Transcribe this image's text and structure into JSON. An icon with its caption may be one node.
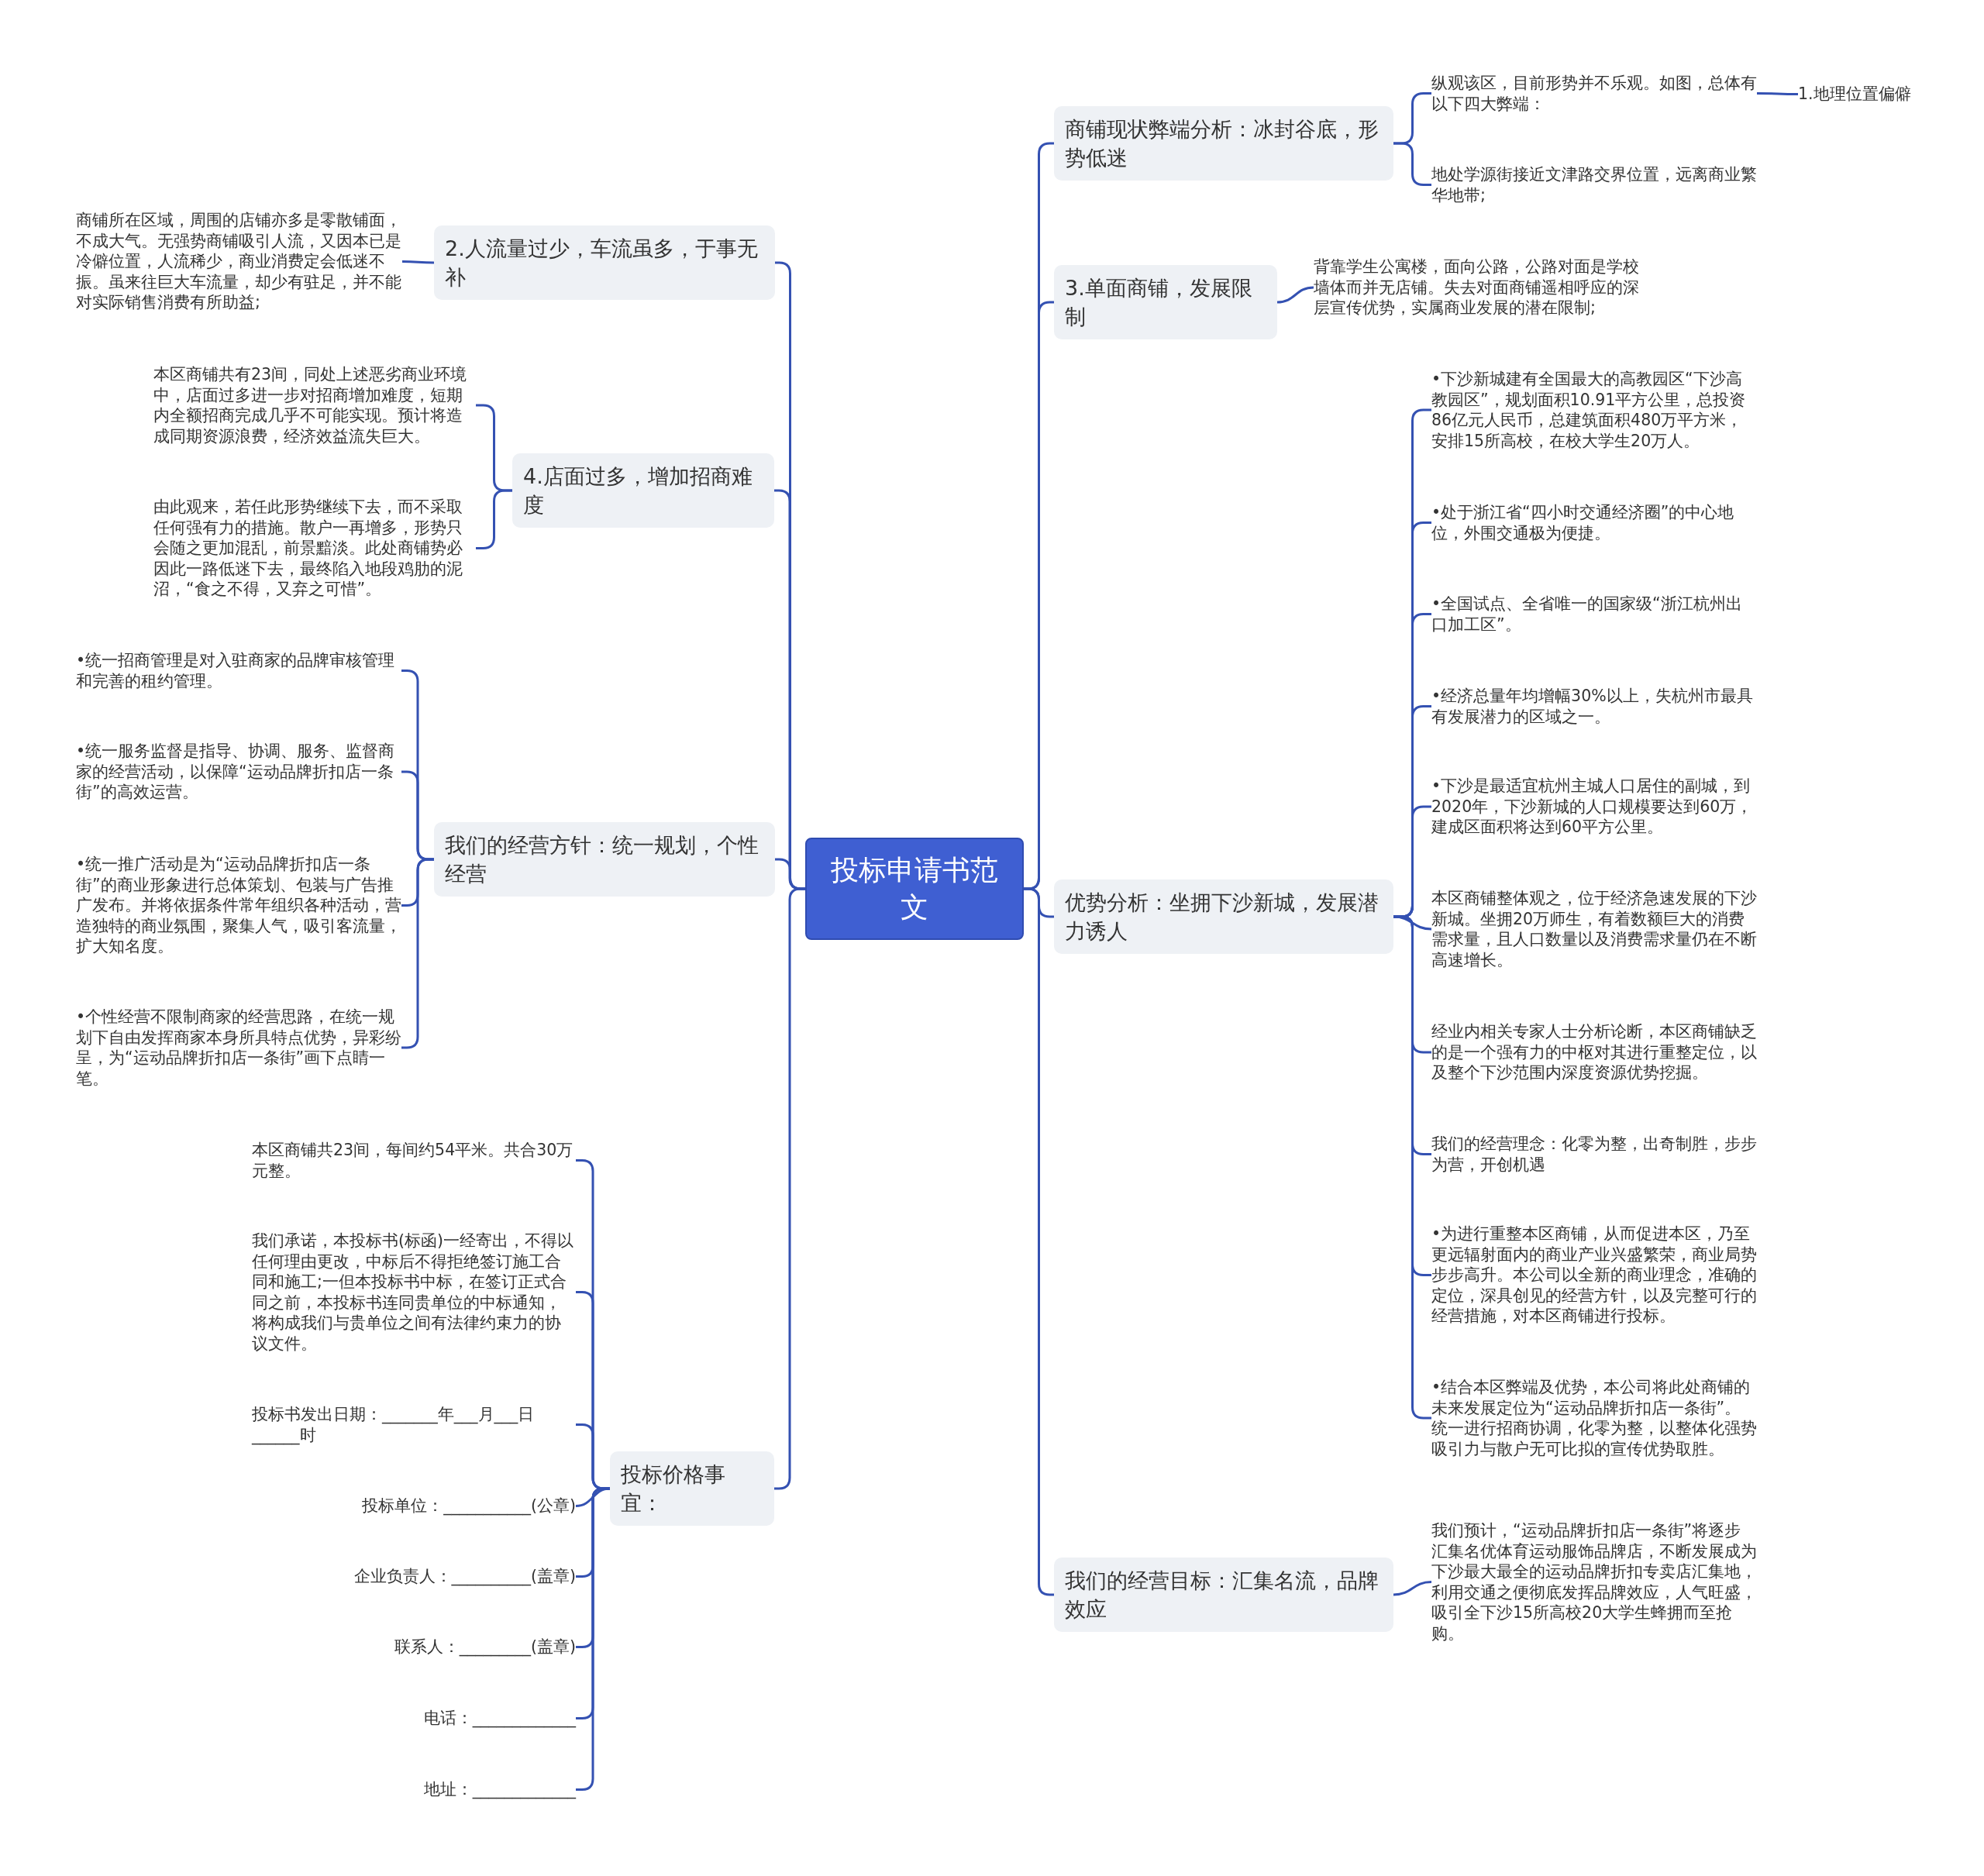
{
  "diagram": {
    "nodes": [
      {
        "text": [
          "投标申请书范文"
        ]
      },
      {
        "text": [
          "商铺现状弊端分析：冰封谷底，形势低迷"
        ]
      },
      {
        "text": [
          "纵观该区，目前形势并不乐观。如图，总体有以下四大弊端："
        ]
      },
      {
        "text": [
          "1.地理位置偏僻"
        ]
      },
      {
        "text": [
          "地处学源街接近文津路交界位置，远离商业繁华地带;"
        ]
      },
      {
        "text": [
          "3.单面商铺，发展限制"
        ]
      },
      {
        "text": [
          "背靠学生公寓楼，面向公路，公路对面是学校墙体而并无店铺。失去对面商铺遥相呼应的深层宣传优势，实属商业发展的潜在限制;"
        ]
      },
      {
        "text": [
          "优势分析：坐拥下沙新城，发展潜力诱人"
        ]
      },
      {
        "text": [
          "•下沙新城建有全国最大的高教园区“下沙高教园区”，规划面积10.91平方公里，总投资86亿元人民币，总建筑面积480万平方米，安排15所高校，在校大学生20万人。"
        ]
      },
      {
        "text": [
          "•处于浙江省“四小时交通经济圈”的中心地位，外围交通极为便捷。"
        ]
      },
      {
        "text": [
          "•全国试点、全省唯一的国家级“浙江杭州出口加工区”。"
        ]
      },
      {
        "text": [
          "•经济总量年均增幅30%以上，失杭州市最具有发展潜力的区域之一。"
        ]
      },
      {
        "text": [
          "•下沙是最适宜杭州主城人口居住的副城，到2020年，下沙新城的人口规模要达到60万，建成区面积将达到60平方公里。"
        ]
      },
      {
        "text": [
          "本区商铺整体观之，位于经济急速发展的下沙新城。坐拥20万师生，有着数额巨大的消费需求量，且人口数量以及消费需求量仍在不断高速增长。"
        ]
      },
      {
        "text": [
          "经业内相关专家人士分析论断，本区商铺缺乏的是一个强有力的中枢对其进行重整定位，以及整个下沙范围内深度资源优势挖掘。"
        ]
      },
      {
        "text": [
          "我们的经营理念：化零为整，出奇制胜，步步为营，开创机遇"
        ]
      },
      {
        "text": [
          "•为进行重整本区商铺，从而促进本区，乃至更远辐射面内的商业产业兴盛繁荣，商业局势步步高升。本公司以全新的商业理念，准确的定位，深具创见的经营方针，以及完整可行的经营措施，对本区商铺进行投标。"
        ]
      },
      {
        "text": [
          "•结合本区弊端及优势，本公司将此处商铺的未来发展定位为“运动品牌折扣店一条街”。统一进行招商协调，化零为整，以整体化强势吸引力与散户无可比拟的宣传优势取胜。"
        ]
      },
      {
        "text": [
          "我们的经营目标：汇集名流，品牌效应"
        ]
      },
      {
        "text": [
          "我们预计，“运动品牌折扣店一条街”将逐步汇集名优体育运动服饰品牌店，不断发展成为下沙最大最全的运动品牌折扣专卖店汇集地，利用交通之便彻底发挥品牌效应，人气旺盛，吸引全下沙15所高校20大学生蜂拥而至抢购。"
        ]
      },
      {
        "text": [
          "2.人流量过少，车流虽多，于事无补"
        ]
      },
      {
        "text": [
          "商铺所在区域，周围的店铺亦多是零散铺面，不成大气。无强势商铺吸引人流，又因本已是冷僻位置，人流稀少，商业消费定会低迷不振。虽来往巨大车流量，却少有驻足，并不能对实际销售消费有所助益;"
        ]
      },
      {
        "text": [
          "4.店面过多，增加招商难度"
        ]
      },
      {
        "text": [
          "本区商铺共有23间，同处上述恶劣商业环境中，店面过多进一步对招商增加难度，短期内全额招商完成几乎不可能实现。预计将造成同期资源浪费，经济效益流失巨大。"
        ]
      },
      {
        "text": [
          "由此观来，若任此形势继续下去，而不采取任何强有力的措施。散户一再增多，形势只会随之更加混乱，前景黯淡。此处商铺势必因此一路低迷下去，最终陷入地段鸡肋的泥沼，“食之不得，又弃之可惜”。"
        ]
      },
      {
        "text": [
          "我们的经营方针：统一规划，个性经营"
        ]
      },
      {
        "text": [
          "•统一招商管理是对入驻商家的品牌审核管理和完善的租约管理。"
        ]
      },
      {
        "text": [
          "•统一服务监督是指导、协调、服务、监督商家的经营活动，以保障“运动品牌折扣店一条街”的高效运营。"
        ]
      },
      {
        "text": [
          "•统一推广活动是为“运动品牌折扣店一条街”的商业形象进行总体策划、包装与广告推广发布。并将依据条件常年组织各种活动，营造独特的商业氛围，聚集人气，吸引客流量，扩大知名度。"
        ]
      },
      {
        "text": [
          "•个性经营不限制商家的经营思路，在统一规划下自由发挥商家本身所具特点优势，异彩纷呈，为“运动品牌折扣店一条街”画下点睛一笔。"
        ]
      },
      {
        "text": [
          "投标价格事宜："
        ]
      },
      {
        "text": [
          "本区商铺共23间，每间约54平米。共合30万元整。"
        ]
      },
      {
        "text": [
          "我们承诺，本投标书(标函)一经寄出，不得以任何理由更改，中标后不得拒绝签订施工合同和施工;一但本投标书中标，在签订正式合同之前，本投标书连同贵单位的中标通知，将构成我们与贵单位之间有法律约束力的协议文件。"
        ]
      },
      {
        "text": [
          "投标书发出日期：_______年___月___日______时"
        ]
      },
      {
        "text": [
          "投标单位：___________(公章)"
        ]
      },
      {
        "text": [
          "企业负责人：__________(盖章)"
        ]
      },
      {
        "text": [
          "联系人：_________(盖章)"
        ]
      },
      {
        "text": [
          "电话：_____________"
        ]
      },
      {
        "text": [
          "地址：_____________"
        ]
      }
    ],
    "edges": [
      {
        "from": 0,
        "to": 1,
        "arrow": "none"
      },
      {
        "from": 1,
        "to": 2,
        "arrow": "none"
      },
      {
        "from": 2,
        "to": 3,
        "arrow": "none"
      },
      {
        "from": 1,
        "to": 4,
        "arrow": "none"
      },
      {
        "from": 0,
        "to": 5,
        "arrow": "none"
      },
      {
        "from": 5,
        "to": 6,
        "arrow": "none"
      },
      {
        "from": 0,
        "to": 7,
        "arrow": "none"
      },
      {
        "from": 7,
        "to": 8,
        "arrow": "none"
      },
      {
        "from": 7,
        "to": 9,
        "arrow": "none"
      },
      {
        "from": 7,
        "to": 10,
        "arrow": "none"
      },
      {
        "from": 7,
        "to": 11,
        "arrow": "none"
      },
      {
        "from": 7,
        "to": 12,
        "arrow": "none"
      },
      {
        "from": 7,
        "to": 13,
        "arrow": "none"
      },
      {
        "from": 7,
        "to": 14,
        "arrow": "none"
      },
      {
        "from": 7,
        "to": 15,
        "arrow": "none"
      },
      {
        "from": 7,
        "to": 16,
        "arrow": "none"
      },
      {
        "from": 7,
        "to": 17,
        "arrow": "none"
      },
      {
        "from": 0,
        "to": 18,
        "arrow": "none"
      },
      {
        "from": 18,
        "to": 19,
        "arrow": "none"
      },
      {
        "from": 0,
        "to": 20,
        "arrow": "none"
      },
      {
        "from": 20,
        "to": 21,
        "arrow": "none"
      },
      {
        "from": 0,
        "to": 22,
        "arrow": "none"
      },
      {
        "from": 22,
        "to": 23,
        "arrow": "none"
      },
      {
        "from": 22,
        "to": 24,
        "arrow": "none"
      },
      {
        "from": 0,
        "to": 25,
        "arrow": "none"
      },
      {
        "from": 25,
        "to": 26,
        "arrow": "none"
      },
      {
        "from": 25,
        "to": 27,
        "arrow": "none"
      },
      {
        "from": 25,
        "to": 28,
        "arrow": "none"
      },
      {
        "from": 25,
        "to": 29,
        "arrow": "none"
      },
      {
        "from": 0,
        "to": 30,
        "arrow": "none"
      },
      {
        "from": 30,
        "to": 31,
        "arrow": "none"
      },
      {
        "from": 30,
        "to": 32,
        "arrow": "none"
      },
      {
        "from": 30,
        "to": 33,
        "arrow": "none"
      },
      {
        "from": 30,
        "to": 34,
        "arrow": "none"
      },
      {
        "from": 30,
        "to": 35,
        "arrow": "none"
      },
      {
        "from": 30,
        "to": 36,
        "arrow": "none"
      },
      {
        "from": 30,
        "to": 37,
        "arrow": "none"
      },
      {
        "from": 30,
        "to": 38,
        "arrow": "none"
      }
    ]
  }
}
